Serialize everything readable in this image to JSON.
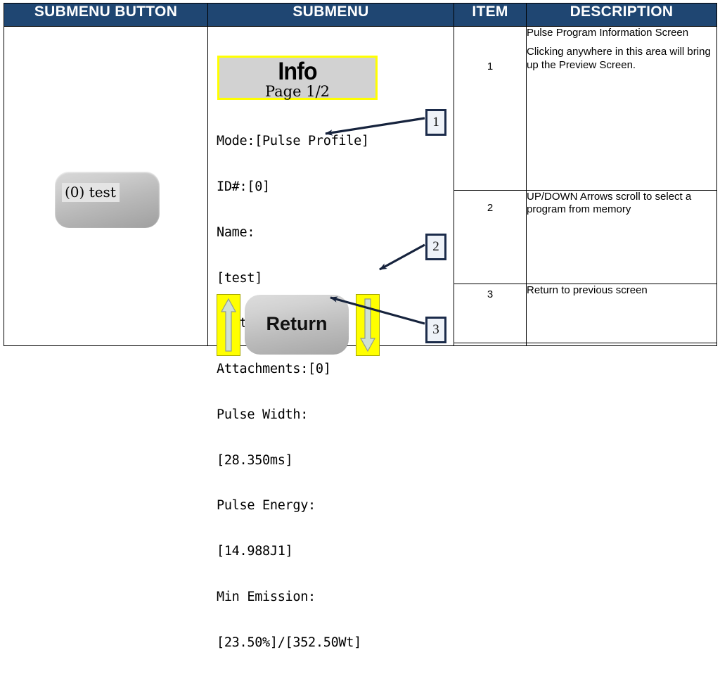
{
  "table": {
    "headers": [
      "SUBMENU BUTTON",
      "SUBMENU",
      "ITEM",
      "DESCRIPTION"
    ],
    "rows": [
      {
        "item": "1",
        "description": [
          "Pulse Program Information Screen",
          "Clicking anywhere in this area will bring up the Preview Screen."
        ]
      },
      {
        "item": "2",
        "description": [
          "UP/DOWN Arrows scroll to select a program from memory"
        ]
      },
      {
        "item": "3",
        "description": [
          "Return to previous screen"
        ]
      }
    ]
  },
  "submenu_button": {
    "label": "(0) test"
  },
  "screen": {
    "title": "Info",
    "page": "Page 1/2",
    "lines": [
      "Mode:[Pulse Profile]",
      "ID#:[0]",
      "Name:",
      "[test]",
      "Status:[Idle]",
      "Attachments:[0]",
      "Pulse Width:",
      "[28.350ms]",
      "Pulse Energy:",
      "[14.988J1]",
      "Min Emission:",
      "[23.50%]/[352.50Wt]"
    ],
    "return_label": "Return",
    "up_arrow": "up-arrow-key",
    "down_arrow": "down-arrow-key"
  },
  "callouts": [
    {
      "id": "1"
    },
    {
      "id": "2"
    },
    {
      "id": "3"
    }
  ],
  "colors": {
    "header_blue": "#1f4672",
    "key_yellow": "#ffff00",
    "callout_border": "#1b2b4a",
    "screen_grey": "#d2d2d2"
  }
}
